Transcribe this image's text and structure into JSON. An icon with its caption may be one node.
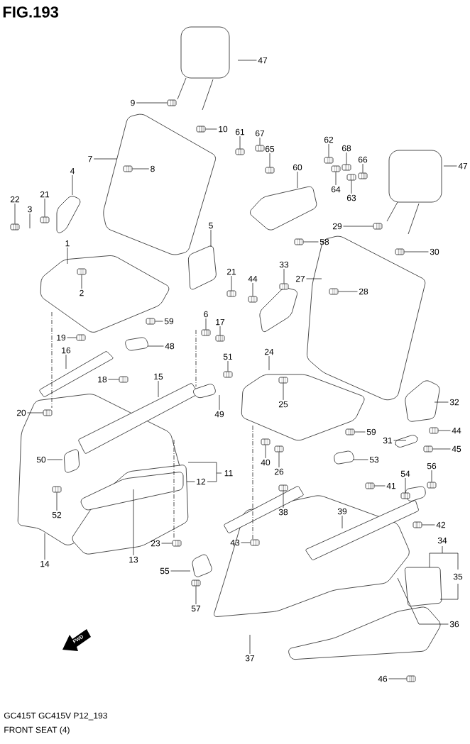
{
  "diagram": {
    "title": "FIG.193",
    "nodes": [
      {
        "text": [
          "47"
        ]
      },
      {
        "text": [
          "9"
        ]
      },
      {
        "text": [
          "10"
        ]
      },
      {
        "text": [
          "7"
        ]
      },
      {
        "text": [
          "8"
        ]
      },
      {
        "text": [
          "4"
        ]
      },
      {
        "text": [
          "22"
        ]
      },
      {
        "text": [
          "21"
        ]
      },
      {
        "text": [
          "3"
        ]
      },
      {
        "text": [
          "1"
        ]
      },
      {
        "text": [
          "2"
        ]
      },
      {
        "text": [
          "61"
        ]
      },
      {
        "text": [
          "67"
        ]
      },
      {
        "text": [
          "62"
        ]
      },
      {
        "text": [
          "65"
        ]
      },
      {
        "text": [
          "68"
        ]
      },
      {
        "text": [
          "66"
        ]
      },
      {
        "text": [
          "47"
        ]
      },
      {
        "text": [
          "60"
        ]
      },
      {
        "text": [
          "64"
        ]
      },
      {
        "text": [
          "63"
        ]
      },
      {
        "text": [
          "5"
        ]
      },
      {
        "text": [
          "29"
        ]
      },
      {
        "text": [
          "58"
        ]
      },
      {
        "text": [
          "30"
        ]
      },
      {
        "text": [
          "33"
        ]
      },
      {
        "text": [
          "21"
        ]
      },
      {
        "text": [
          "44"
        ]
      },
      {
        "text": [
          "27"
        ]
      },
      {
        "text": [
          "28"
        ]
      },
      {
        "text": [
          "6"
        ]
      },
      {
        "text": [
          "59"
        ]
      },
      {
        "text": [
          "17"
        ]
      },
      {
        "text": [
          "19"
        ]
      },
      {
        "text": [
          "48"
        ]
      },
      {
        "text": [
          "16"
        ]
      },
      {
        "text": [
          "24"
        ]
      },
      {
        "text": [
          "51"
        ]
      },
      {
        "text": [
          "15"
        ]
      },
      {
        "text": [
          "18"
        ]
      },
      {
        "text": [
          "32"
        ]
      },
      {
        "text": [
          "25"
        ]
      },
      {
        "text": [
          "20"
        ]
      },
      {
        "text": [
          "49"
        ]
      },
      {
        "text": [
          "44"
        ]
      },
      {
        "text": [
          "59"
        ]
      },
      {
        "text": [
          "31"
        ]
      },
      {
        "text": [
          "45"
        ]
      },
      {
        "text": [
          "50"
        ]
      },
      {
        "text": [
          "40"
        ]
      },
      {
        "text": [
          "53"
        ]
      },
      {
        "text": [
          "56"
        ]
      },
      {
        "text": [
          "26"
        ]
      },
      {
        "text": [
          "54"
        ]
      },
      {
        "text": [
          "12"
        ]
      },
      {
        "text": [
          "41"
        ]
      },
      {
        "text": [
          "39"
        ]
      },
      {
        "text": [
          "38"
        ]
      },
      {
        "text": [
          "52"
        ]
      },
      {
        "text": [
          "42"
        ]
      },
      {
        "text": [
          "43"
        ]
      },
      {
        "text": [
          "23"
        ]
      },
      {
        "text": [
          "13"
        ]
      },
      {
        "text": [
          "14"
        ]
      },
      {
        "text": [
          "55"
        ]
      },
      {
        "text": [
          "57"
        ]
      },
      {
        "text": [
          "36"
        ]
      },
      {
        "text": [
          "37"
        ]
      },
      {
        "text": [
          "46"
        ]
      },
      {
        "text": [],
        "shape": "picture"
      },
      {
        "text": [],
        "shape": "picture"
      },
      {
        "text": [],
        "shape": "picture"
      },
      {
        "text": [],
        "shape": "picture"
      },
      {
        "text": [],
        "shape": "picture"
      },
      {
        "text": [],
        "shape": "picture"
      },
      {
        "text": [],
        "shape": "picture"
      },
      {
        "text": [],
        "shape": "picture"
      },
      {
        "text": [],
        "shape": "picture"
      },
      {
        "text": [],
        "shape": "picture"
      },
      {
        "text": [],
        "shape": "picture"
      },
      {
        "text": [],
        "shape": "picture"
      },
      {
        "text": [],
        "shape": "picture"
      },
      {
        "text": [],
        "shape": "picture"
      },
      {
        "text": [],
        "shape": "picture"
      },
      {
        "text": [],
        "shape": "picture"
      },
      {
        "text": [],
        "shape": "picture"
      },
      {
        "text": [],
        "shape": "picture"
      },
      {
        "text": [],
        "shape": "picture"
      },
      {
        "text": [],
        "shape": "picture"
      },
      {
        "text": [],
        "shape": "picture"
      },
      {
        "text": [],
        "shape": "picture"
      },
      {
        "text": [],
        "shape": "picture"
      },
      {
        "text": [],
        "shape": "picture"
      },
      {
        "text": [],
        "shape": "picture"
      },
      {
        "text": [],
        "shape": "picture"
      },
      {
        "text": [],
        "shape": "picture"
      },
      {
        "text": [],
        "shape": "picture"
      },
      {
        "text": [],
        "shape": "picture"
      },
      {
        "text": [],
        "shape": "picture"
      },
      {
        "text": [],
        "shape": "picture"
      },
      {
        "text": [],
        "shape": "picture"
      },
      {
        "text": [],
        "shape": "picture"
      },
      {
        "text": [],
        "shape": "picture"
      },
      {
        "text": [],
        "shape": "picture"
      },
      {
        "text": [],
        "shape": "picture"
      },
      {
        "text": [],
        "shape": "picture"
      },
      {
        "text": [],
        "shape": "picture"
      },
      {
        "text": [],
        "shape": "picture"
      },
      {
        "text": [],
        "shape": "picture"
      },
      {
        "text": [],
        "shape": "picture"
      },
      {
        "text": [],
        "shape": "picture"
      },
      {
        "text": [],
        "shape": "picture"
      },
      {
        "text": [],
        "shape": "picture"
      }
    ],
    "edges": [
      {
        "from": 0,
        "to": null,
        "arrow": "none"
      },
      {
        "from": 1,
        "to": 69,
        "arrow": "none"
      },
      {
        "from": 2,
        "to": 70,
        "arrow": "none"
      },
      {
        "from": 3,
        "to": null,
        "arrow": "none"
      },
      {
        "from": 4,
        "to": 71,
        "arrow": "none"
      },
      {
        "from": 5,
        "to": null,
        "arrow": "none"
      },
      {
        "from": 6,
        "to": 72,
        "arrow": "none"
      },
      {
        "from": 7,
        "to": 73,
        "arrow": "none"
      },
      {
        "from": 8,
        "to": null,
        "arrow": "none"
      },
      {
        "from": 9,
        "to": null,
        "arrow": "none"
      },
      {
        "from": 10,
        "to": 74,
        "arrow": "none"
      },
      {
        "from": 11,
        "to": 75,
        "arrow": "none"
      },
      {
        "from": 12,
        "to": 76,
        "arrow": "none"
      },
      {
        "from": 13,
        "to": 77,
        "arrow": "none"
      },
      {
        "from": 14,
        "to": 78,
        "arrow": "none"
      },
      {
        "from": 15,
        "to": 79,
        "arrow": "none"
      },
      {
        "from": 16,
        "to": 80,
        "arrow": "none"
      },
      {
        "from": 17,
        "to": null,
        "arrow": "none"
      },
      {
        "from": 18,
        "to": null,
        "arrow": "none"
      },
      {
        "from": 19,
        "to": 81,
        "arrow": "none"
      },
      {
        "from": 20,
        "to": 82,
        "arrow": "none"
      },
      {
        "from": 21,
        "to": null,
        "arrow": "none"
      },
      {
        "from": 22,
        "to": 83,
        "arrow": "none"
      },
      {
        "from": 23,
        "to": 84,
        "arrow": "none"
      },
      {
        "from": 24,
        "to": 85,
        "arrow": "none"
      },
      {
        "from": 25,
        "to": 110,
        "arrow": "none"
      },
      {
        "from": 26,
        "to": 86,
        "arrow": "none"
      },
      {
        "from": 27,
        "to": 87,
        "arrow": "none"
      },
      {
        "from": 28,
        "to": null,
        "arrow": "none"
      },
      {
        "from": 29,
        "to": 88,
        "arrow": "none"
      },
      {
        "from": 30,
        "to": 89,
        "arrow": "none"
      },
      {
        "from": 31,
        "to": 90,
        "arrow": "none"
      },
      {
        "from": 32,
        "to": 91,
        "arrow": "none"
      },
      {
        "from": 33,
        "to": 92,
        "arrow": "none"
      },
      {
        "from": 34,
        "to": null,
        "arrow": "none"
      },
      {
        "from": 35,
        "to": null,
        "arrow": "none"
      },
      {
        "from": 36,
        "to": null,
        "arrow": "none"
      },
      {
        "from": 37,
        "to": 93,
        "arrow": "none"
      },
      {
        "from": 38,
        "to": null,
        "arrow": "none"
      },
      {
        "from": 39,
        "to": 94,
        "arrow": "none"
      },
      {
        "from": 40,
        "to": null,
        "arrow": "none"
      },
      {
        "from": 41,
        "to": 95,
        "arrow": "none"
      },
      {
        "from": 42,
        "to": 96,
        "arrow": "none"
      },
      {
        "from": 43,
        "to": null,
        "arrow": "none"
      },
      {
        "from": 44,
        "to": 97,
        "arrow": "none"
      },
      {
        "from": 45,
        "to": 98,
        "arrow": "none"
      },
      {
        "from": 46,
        "to": null,
        "arrow": "none"
      },
      {
        "from": 47,
        "to": 99,
        "arrow": "none"
      },
      {
        "from": 48,
        "to": null,
        "arrow": "none"
      },
      {
        "from": 49,
        "to": 100,
        "arrow": "none"
      },
      {
        "from": 50,
        "to": null,
        "arrow": "none"
      },
      {
        "from": 51,
        "to": 101,
        "arrow": "none"
      },
      {
        "from": 52,
        "to": 102,
        "arrow": "none"
      },
      {
        "from": 53,
        "to": 111,
        "arrow": "none"
      },
      {
        "from": 54,
        "to": null,
        "arrow": "none"
      },
      {
        "from": 55,
        "to": 103,
        "arrow": "none"
      },
      {
        "from": 56,
        "to": null,
        "arrow": "none"
      },
      {
        "from": 57,
        "to": 112,
        "arrow": "none"
      },
      {
        "from": 58,
        "to": 104,
        "arrow": "none"
      },
      {
        "from": 59,
        "to": 105,
        "arrow": "none"
      },
      {
        "from": 60,
        "to": 106,
        "arrow": "none"
      },
      {
        "from": 61,
        "to": 107,
        "arrow": "none"
      },
      {
        "from": 62,
        "to": null,
        "arrow": "none"
      },
      {
        "from": 63,
        "to": null,
        "arrow": "none"
      },
      {
        "from": 64,
        "to": null,
        "arrow": "none"
      },
      {
        "from": 65,
        "to": 108,
        "arrow": "none"
      },
      {
        "from": 66,
        "to": null,
        "arrow": "none"
      },
      {
        "from": 67,
        "to": null,
        "arrow": "none"
      },
      {
        "from": 68,
        "to": 109,
        "arrow": "none"
      }
    ],
    "labels": [
      "11",
      "34",
      "35",
      "FWD",
      "GC415T GC415V P12_193",
      "FRONT SEAT (4)"
    ]
  }
}
